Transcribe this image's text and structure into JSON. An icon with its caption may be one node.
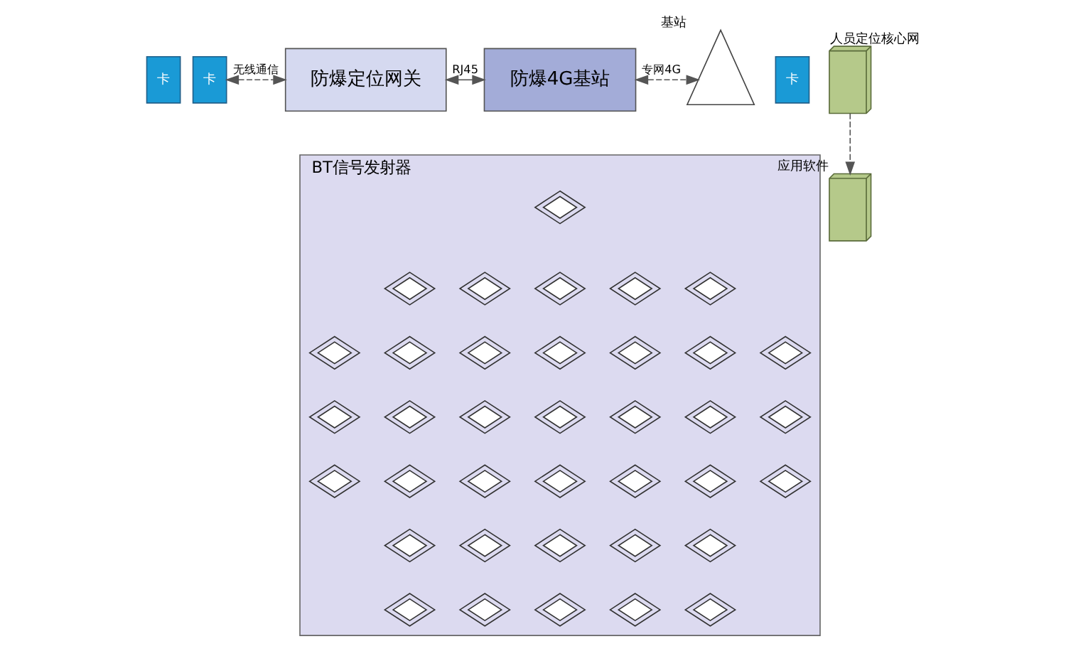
{
  "diagram": {
    "nodes": [
      {
        "text": [
          "卡"
        ]
      },
      {
        "text": [
          "卡"
        ]
      },
      {
        "text": [
          "卡"
        ]
      },
      {
        "text": [
          "防爆定位网关"
        ]
      },
      {
        "text": [
          "防爆4G基站"
        ]
      },
      {
        "text": [],
        "shape": "picture",
        "beside": [
          "基站"
        ]
      },
      {
        "text": [],
        "shape": "picture",
        "beside": [
          "人员定位核心网"
        ]
      },
      {
        "text": [],
        "shape": "picture",
        "beside": [
          "应用软件"
        ]
      },
      {
        "text": [
          "BT信号发射器"
        ]
      },
      {
        "text": [],
        "shape": "diamond",
        "in": 8
      },
      {
        "text": [],
        "shape": "diamond",
        "in": 8
      },
      {
        "text": [],
        "shape": "diamond",
        "in": 8
      },
      {
        "text": [],
        "shape": "diamond",
        "in": 8
      },
      {
        "text": [],
        "shape": "diamond",
        "in": 8
      },
      {
        "text": [],
        "shape": "diamond",
        "in": 8
      },
      {
        "text": [],
        "shape": "diamond",
        "in": 8
      },
      {
        "text": [],
        "shape": "diamond",
        "in": 8
      },
      {
        "text": [],
        "shape": "diamond",
        "in": 8
      },
      {
        "text": [],
        "shape": "diamond",
        "in": 8
      },
      {
        "text": [],
        "shape": "diamond",
        "in": 8
      },
      {
        "text": [],
        "shape": "diamond",
        "in": 8
      },
      {
        "text": [],
        "shape": "diamond",
        "in": 8
      },
      {
        "text": [],
        "shape": "diamond",
        "in": 8
      },
      {
        "text": [],
        "shape": "diamond",
        "in": 8
      },
      {
        "text": [],
        "shape": "diamond",
        "in": 8
      },
      {
        "text": [],
        "shape": "diamond",
        "in": 8
      },
      {
        "text": [],
        "shape": "diamond",
        "in": 8
      },
      {
        "text": [],
        "shape": "diamond",
        "in": 8
      },
      {
        "text": [],
        "shape": "diamond",
        "in": 8
      },
      {
        "text": [],
        "shape": "diamond",
        "in": 8
      },
      {
        "text": [],
        "shape": "diamond",
        "in": 8
      },
      {
        "text": [],
        "shape": "diamond",
        "in": 8
      },
      {
        "text": [],
        "shape": "diamond",
        "in": 8
      },
      {
        "text": [],
        "shape": "diamond",
        "in": 8
      },
      {
        "text": [],
        "shape": "diamond",
        "in": 8
      },
      {
        "text": [],
        "shape": "diamond",
        "in": 8
      },
      {
        "text": [],
        "shape": "diamond",
        "in": 8
      },
      {
        "text": [],
        "shape": "diamond",
        "in": 8
      },
      {
        "text": [],
        "shape": "diamond",
        "in": 8
      },
      {
        "text": [],
        "shape": "diamond",
        "in": 8
      },
      {
        "text": [],
        "shape": "diamond",
        "in": 8
      },
      {
        "text": [],
        "shape": "diamond",
        "in": 8
      },
      {
        "text": [],
        "shape": "diamond",
        "in": 8
      },
      {
        "text": [],
        "shape": "diamond",
        "in": 8
      },
      {
        "text": [],
        "shape": "diamond",
        "in": 8
      },
      {
        "text": [],
        "shape": "diamond",
        "in": 8
      }
    ],
    "edges": [
      {
        "from": 1,
        "to": 3,
        "arrow": "both",
        "label": "无线通信",
        "style": "dashed"
      },
      {
        "from": 3,
        "to": 4,
        "arrow": "both",
        "label": "RJ45"
      },
      {
        "from": 4,
        "to": 5,
        "arrow": "both",
        "label": "专网4G",
        "style": "dashed"
      },
      {
        "from": 6,
        "to": 7,
        "arrow": "to",
        "style": "dashed"
      }
    ]
  }
}
